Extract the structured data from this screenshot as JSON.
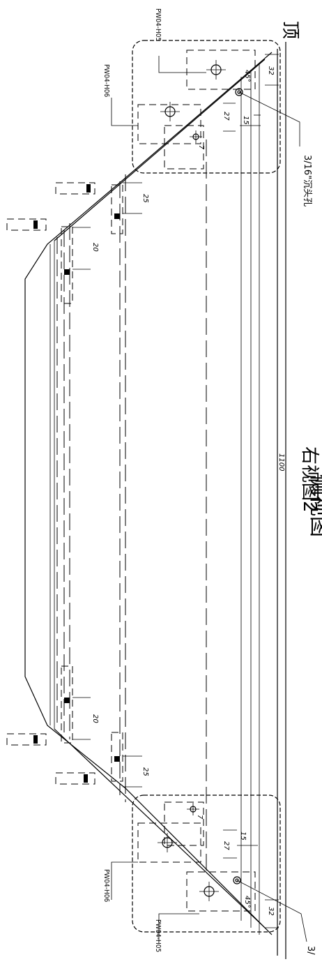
{
  "texts": {
    "title_top": "顶",
    "view_title": "右视图2",
    "side_title": "侧视图",
    "length": "1100",
    "hole_note": "3/16\"沉头孔",
    "hole_note_bottom": "3/",
    "part_h05": "PW04-H05",
    "part_h06": "PW04-H06"
  },
  "dims": {
    "d32": "32",
    "d45": "45°",
    "d27": "27",
    "d15": "15",
    "d25": "25",
    "d20": "20",
    "d7": "7"
  }
}
